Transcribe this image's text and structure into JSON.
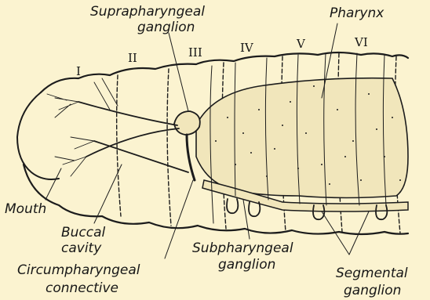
{
  "segments": [
    "I",
    "II",
    "III",
    "IV",
    "V",
    "VI"
  ],
  "labels": {
    "suprapharyngeal_1": "Suprapharyngeal",
    "suprapharyngeal_2": "ganglion",
    "pharynx": "Pharynx",
    "mouth": "Mouth",
    "buccal_1": "Buccal",
    "buccal_2": "cavity",
    "circum_1": "Circumpharyngeal",
    "circum_2": "connective",
    "subpharyngeal_1": "Subpharyngeal",
    "subpharyngeal_2": "ganglion",
    "segmental_1": "Segmental",
    "segmental_2": "ganglion"
  },
  "colors": {
    "background": "#fbf3d0",
    "ink": "#1c1c1c",
    "pharynx_fill": "#f1e6bb"
  }
}
